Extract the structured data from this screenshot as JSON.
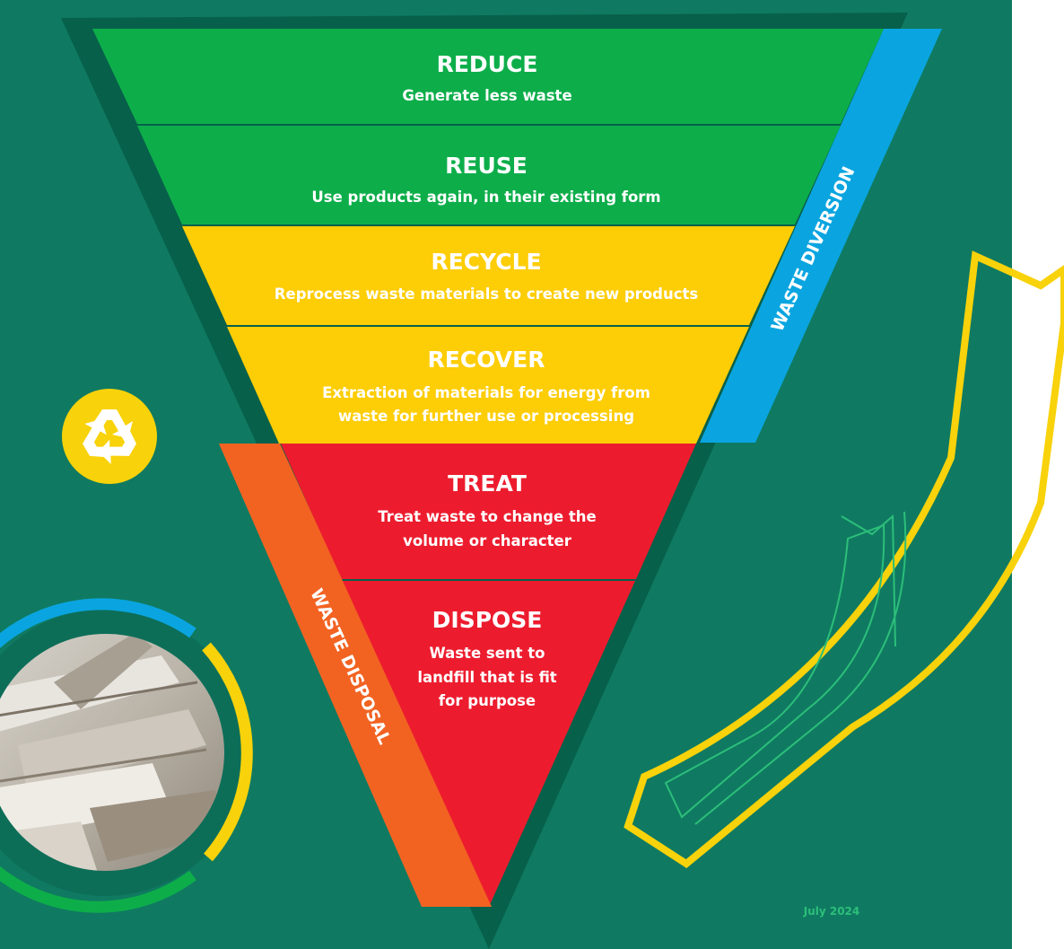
{
  "colors": {
    "background": "#0f7a61",
    "dark_outline": "#07604a",
    "green": "#0dae4a",
    "yellow": "#fdcd06",
    "red": "#ec1c2e",
    "blue": "#0aa5e0",
    "orange": "#f26322",
    "accent_yellow": "#f8d20a",
    "date": "#2cbe7a"
  },
  "hierarchy": [
    {
      "title": "REDUCE",
      "lines": [
        "Generate less waste"
      ],
      "color": "green"
    },
    {
      "title": "REUSE",
      "lines": [
        "Use products again, in their existing form"
      ],
      "color": "green"
    },
    {
      "title": "RECYCLE",
      "lines": [
        "Reprocess waste materials to create new products"
      ],
      "color": "yellow"
    },
    {
      "title": "RECOVER",
      "lines": [
        "Extraction of materials for energy from",
        "waste for further use or processing"
      ],
      "color": "yellow"
    },
    {
      "title": "TREAT",
      "lines": [
        "Treat waste to change the",
        "volume or character"
      ],
      "color": "red"
    },
    {
      "title": "DISPOSE",
      "lines": [
        "Waste sent to",
        "landfill that is fit",
        "for purpose"
      ],
      "color": "red"
    }
  ],
  "bands": {
    "diversion": "WASTE DIVERSION",
    "disposal": "WASTE DISPOSAL"
  },
  "icons": {
    "recycle": "recycle-icon",
    "photo": "plasterboard-waste-photo",
    "arrow": "decorative-arrow-outline"
  },
  "footer": {
    "date": "July 2024"
  }
}
